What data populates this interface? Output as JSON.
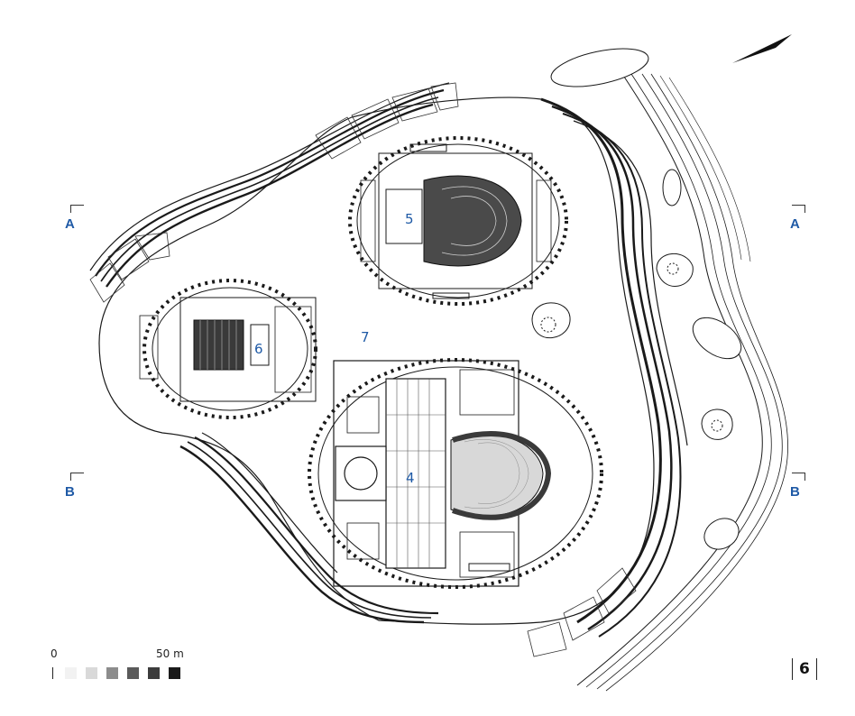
{
  "labels": {
    "hall_4": "4",
    "hall_5": "5",
    "hall_6": "6",
    "foyer_7": "7"
  },
  "sections": {
    "a_left": "A",
    "a_right": "A",
    "b_left": "B",
    "b_right": "B"
  },
  "scale_bar": {
    "start": "0",
    "end": "50 m",
    "shades": [
      "#f2f2f2",
      "#d9d9d9",
      "#8c8c8c",
      "#5a5a5a",
      "#3c3c3c",
      "#1a1a1a"
    ]
  },
  "page_number": "6",
  "icons": {
    "north": "north-arrow-icon"
  },
  "colors": {
    "label_blue": "#1f5aa6",
    "line": "#1a1a1a"
  }
}
